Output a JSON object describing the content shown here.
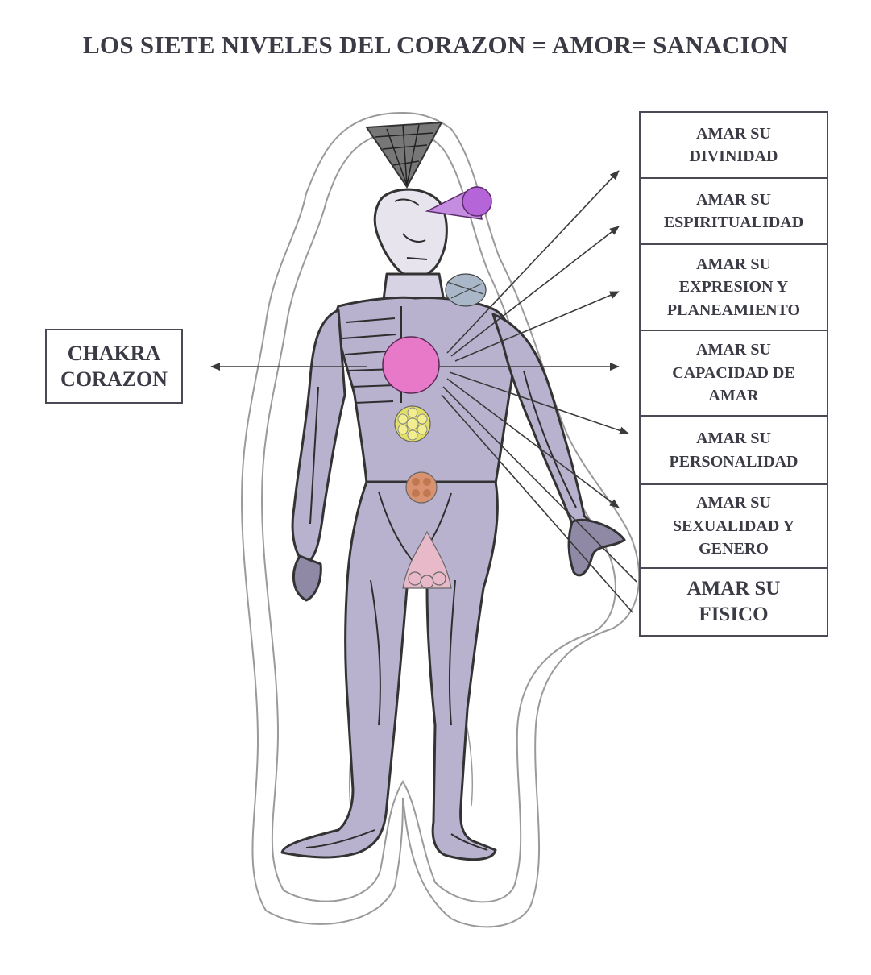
{
  "title": "LOS SIETE NIVELES DEL CORAZON = AMOR= SANACION",
  "chakra_label": "CHAKRA\nCORAZON",
  "levels": [
    "AMAR SU\nDIVINIDAD",
    "AMAR SU\nESPIRITUALIDAD",
    "AMAR SU\nEXPRESION Y\nPLANEAMIENTO",
    "AMAR SU\nCAPACIDAD DE\nAMAR",
    "AMAR SU\nPERSONALIDAD",
    "AMAR SU\nSEXUALIDAD Y\nGENERO",
    "AMAR SU\nFISICO"
  ],
  "colors": {
    "body": "#b9b2cf",
    "heart_chakra": "#e879c9",
    "crown_chakra": "#3a3a3a",
    "third_eye_chakra": "#b565d8",
    "throat_chakra": "#a9b7c9",
    "solar_chakra": "#e3e068",
    "sacral_chakra": "#d89270",
    "root_chakra": "#e7b9c9",
    "outline": "#333333"
  }
}
